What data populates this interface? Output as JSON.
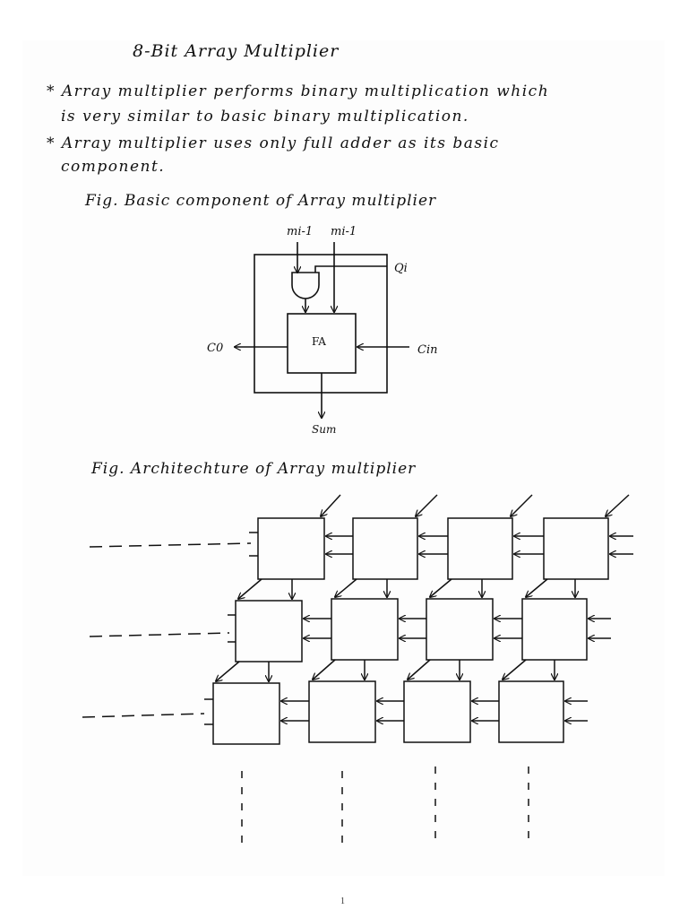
{
  "document": {
    "title": "8-Bit Array Multiplier",
    "lines": [
      "* Array multiplier performs binary multiplication which",
      "is very similar to basic binary multiplication.",
      "* Array multiplier uses only full adder as its basic",
      "component."
    ],
    "figure1_caption": "Fig. Basic component of Array multiplier",
    "figure2_caption": "Fig. Architechture of Array multiplier",
    "page_number": "1"
  },
  "basic_component": {
    "input_mj": "mi-1",
    "input_mi": "mi-1",
    "input_qi": "Qi",
    "block_label": "FA",
    "carry_out": "C0",
    "carry_in": "Cin",
    "sum_output": "Sum"
  },
  "architecture": {
    "rows": 3,
    "columns": 4
  }
}
